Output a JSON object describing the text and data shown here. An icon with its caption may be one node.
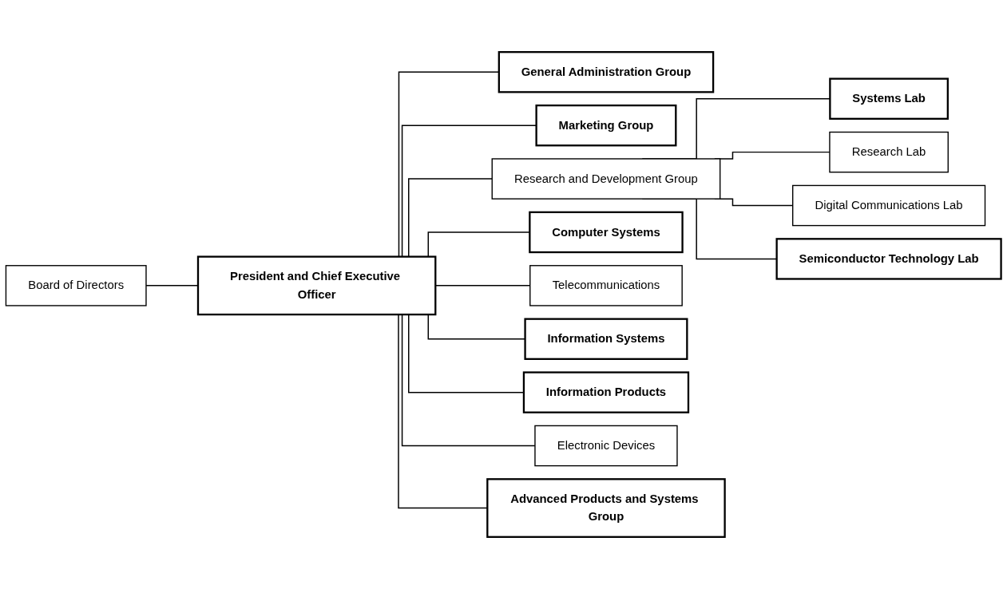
{
  "diagram": {
    "nodes": [
      {
        "text": [
          "Board of Directors"
        ]
      },
      {
        "text": [
          "President and Chief Executive Officer"
        ]
      },
      {
        "text": [
          "General Administration Group"
        ]
      },
      {
        "text": [
          "Marketing Group"
        ]
      },
      {
        "text": [
          "Research and Development Group"
        ]
      },
      {
        "text": [
          "Computer Systems"
        ]
      },
      {
        "text": [
          "Telecommunications"
        ]
      },
      {
        "text": [
          "Information Systems"
        ]
      },
      {
        "text": [
          "Information Products"
        ]
      },
      {
        "text": [
          "Electronic Devices"
        ]
      },
      {
        "text": [
          "Advanced Products and Systems Group"
        ]
      },
      {
        "text": [
          "Systems Lab"
        ]
      },
      {
        "text": [
          "Research Lab"
        ]
      },
      {
        "text": [
          "Digital Communications Lab"
        ]
      },
      {
        "text": [
          "Semiconductor Technology Lab"
        ]
      }
    ],
    "edges": [
      {
        "from": 0,
        "to": 1,
        "arrow": "none"
      },
      {
        "from": 1,
        "to": 2,
        "arrow": "none"
      },
      {
        "from": 1,
        "to": 3,
        "arrow": "none"
      },
      {
        "from": 1,
        "to": 4,
        "arrow": "none"
      },
      {
        "from": 1,
        "to": 5,
        "arrow": "none"
      },
      {
        "from": 1,
        "to": 6,
        "arrow": "none"
      },
      {
        "from": 1,
        "to": 7,
        "arrow": "none"
      },
      {
        "from": 1,
        "to": 8,
        "arrow": "none"
      },
      {
        "from": 1,
        "to": 9,
        "arrow": "none"
      },
      {
        "from": 1,
        "to": 10,
        "arrow": "none"
      },
      {
        "from": 4,
        "to": 11,
        "arrow": "none"
      },
      {
        "from": 4,
        "to": 12,
        "arrow": "none"
      },
      {
        "from": 4,
        "to": 13,
        "arrow": "none"
      },
      {
        "from": 4,
        "to": 14,
        "arrow": "none"
      }
    ]
  }
}
